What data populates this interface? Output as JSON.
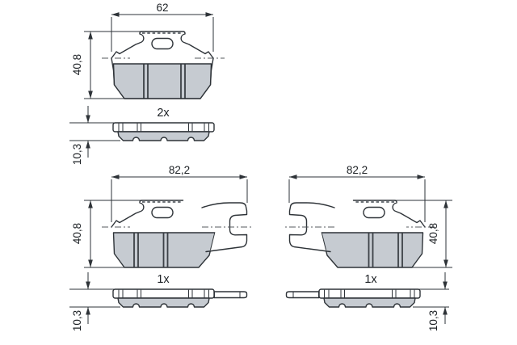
{
  "drawing": {
    "title": "brake-pad-set-technical-drawing",
    "pads": [
      {
        "id": "pad-a",
        "view": "front-and-edge",
        "quantity": "2x",
        "width": "62",
        "height": "40,8",
        "thickness": "10,3"
      },
      {
        "id": "pad-b",
        "view": "front-and-edge",
        "quantity": "1x",
        "width": "82,2",
        "height": "40,8",
        "thickness": "10,3"
      },
      {
        "id": "pad-c",
        "view": "front-and-edge",
        "quantity": "1x",
        "width": "82,2",
        "height": "40,8",
        "thickness": "10,3"
      }
    ],
    "colors": {
      "background": "#ffffff",
      "line": "#2e3338",
      "friction_material": "#c6cbd1",
      "groove": "#3c4147"
    }
  }
}
